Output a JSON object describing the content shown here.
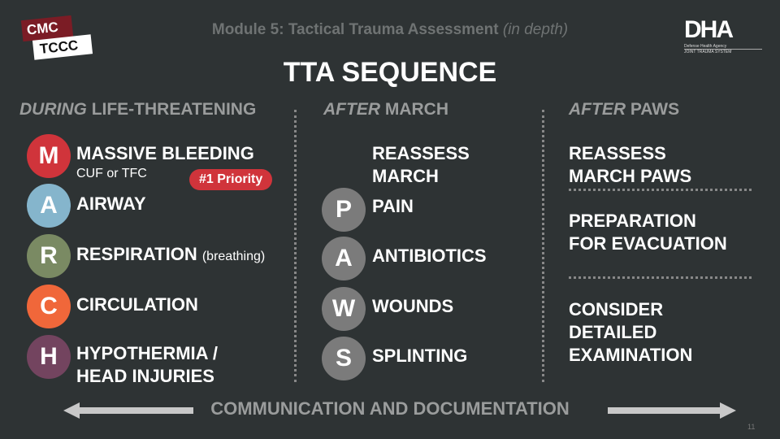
{
  "logo_left": {
    "line1": "CMC",
    "line2": "TCCC"
  },
  "logo_right": {
    "mark": "DHA",
    "line1": "Defense Health Agency",
    "line2": "JOINT TRAUMA SYSTEM"
  },
  "module": {
    "text": "Module 5: Tactical Trauma Assessment",
    "italic": "(in depth)"
  },
  "title": "TTA SEQUENCE",
  "columns": [
    {
      "em": "DURING",
      "rest": "LIFE-THREATENING"
    },
    {
      "em": "AFTER",
      "rest": "MARCH"
    },
    {
      "em": "AFTER",
      "rest": "PAWS"
    }
  ],
  "march": [
    {
      "letter": "M",
      "label": "MASSIVE BLEEDING",
      "sub": "CUF or TFC",
      "color": "#d0343b"
    },
    {
      "letter": "A",
      "label": "AIRWAY",
      "color": "#85b5cc"
    },
    {
      "letter": "R",
      "label": "RESPIRATION",
      "sub": "(breathing)",
      "color": "#7a8a63"
    },
    {
      "letter": "C",
      "label": "CIRCULATION",
      "color": "#f0673a"
    },
    {
      "letter": "H",
      "label": "HYPOTHERMIA /",
      "label2": "HEAD INJURIES",
      "color": "#73445f"
    }
  ],
  "priority": "#1 Priority",
  "reassess_march": {
    "l1": "REASSESS",
    "l2": "MARCH"
  },
  "paws": [
    {
      "letter": "P",
      "label": "PAIN"
    },
    {
      "letter": "A",
      "label": "ANTIBIOTICS"
    },
    {
      "letter": "W",
      "label": "WOUNDS"
    },
    {
      "letter": "S",
      "label": "SPLINTING"
    }
  ],
  "after_paws": [
    {
      "l1": "REASSESS",
      "l2": "MARCH PAWS"
    },
    {
      "l1": "PREPARATION",
      "l2": "FOR EVACUATION"
    },
    {
      "l1": "CONSIDER",
      "l2": "DETAILED",
      "l3": "EXAMINATION"
    }
  ],
  "footer": "COMMUNICATION AND DOCUMENTATION",
  "page_number": "11"
}
